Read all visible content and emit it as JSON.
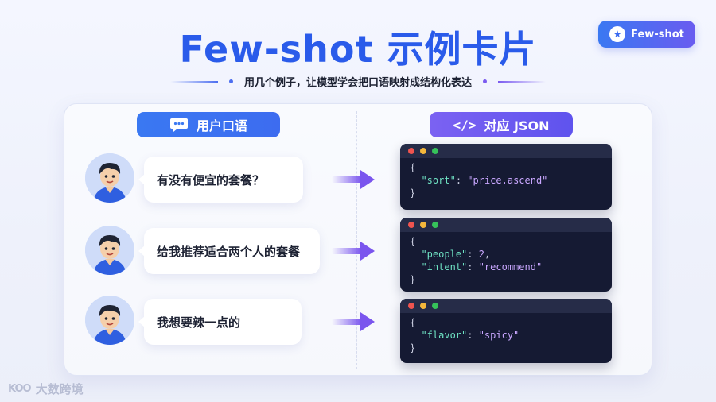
{
  "header": {
    "title": "Few-shot 示例卡片",
    "subtitle": "用几个例子，让模型学会把口语映射成结构化表达",
    "badge": {
      "label": "Few-shot",
      "icon": "star-icon"
    }
  },
  "columns": {
    "left": {
      "label": "用户口语",
      "icon": "chat-bubble-icon"
    },
    "right": {
      "label": "对应 JSON",
      "icon": "code-brackets-icon"
    }
  },
  "examples": [
    {
      "utterance": "有没有便宜的套餐？",
      "json": {
        "open": "{",
        "close": "}",
        "lines": [
          {
            "key": "\"sort\"",
            "sep": ": ",
            "value": "\"price.ascend\"",
            "end": ""
          }
        ]
      }
    },
    {
      "utterance": "给我推荐适合两个人的套餐",
      "json": {
        "open": "{",
        "close": "}",
        "lines": [
          {
            "key": "\"people\"",
            "sep": ": ",
            "value": "2",
            "end": ","
          },
          {
            "key": "\"intent\"",
            "sep": ": ",
            "value": "\"recommend\"",
            "end": ""
          }
        ]
      }
    },
    {
      "utterance": "我想要辣一点的",
      "json": {
        "open": "{",
        "close": "}",
        "lines": [
          {
            "key": "\"flavor\"",
            "sep": ": ",
            "value": "\"spicy\"",
            "end": ""
          }
        ]
      }
    }
  ],
  "footer": {
    "logo_text": "大数跨境",
    "logo_mark": "KOO"
  },
  "colors": {
    "title": "#2a5bea",
    "left_header": "#3a78f2",
    "right_header": "#6a5cf0",
    "arrow": "#7a55ee",
    "code_bg": "#151a33",
    "json_key": "#6fe3c4",
    "json_value": "#c9a7ff"
  }
}
